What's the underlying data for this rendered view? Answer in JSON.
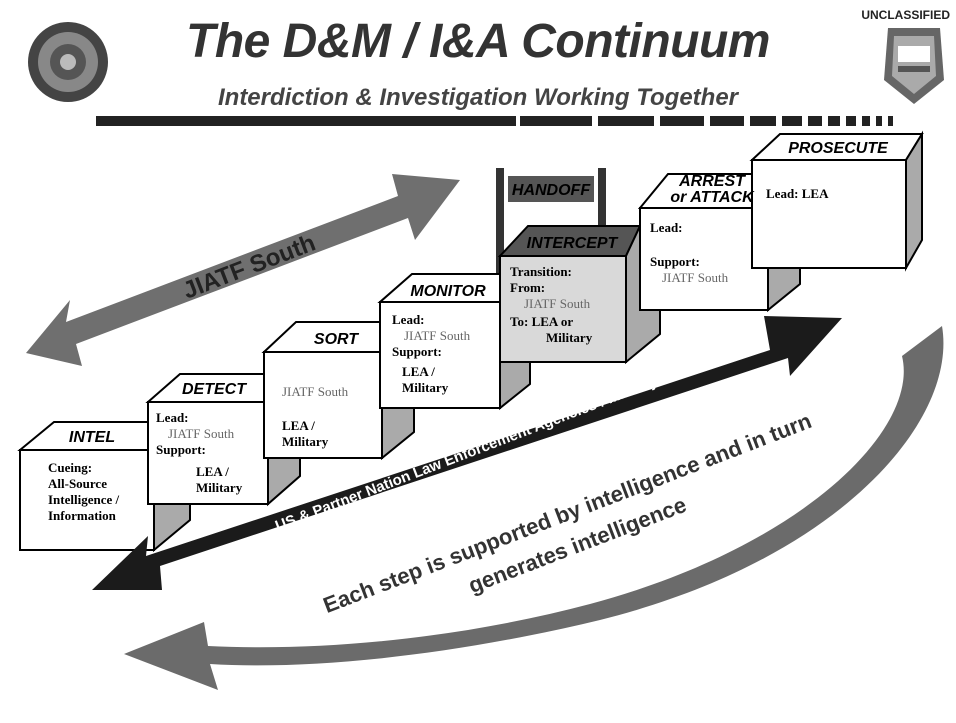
{
  "header": {
    "title": "The D&M / I&A Continuum",
    "subtitle": "Interdiction & Investigation Working Together",
    "classification": "UNCLASSIFIED"
  },
  "arrows": {
    "top": "JIATF South",
    "middle": "US & Partner Nation Law Enforcement Agencies / Military",
    "bottom_line1": "Each step is supported by intelligence and in turn",
    "bottom_line2": "generates intelligence"
  },
  "steps": {
    "intel": {
      "title": "INTEL",
      "l1": "Cueing:",
      "l2": "All-Source",
      "l3": "Intelligence /",
      "l4": "Information"
    },
    "detect": {
      "title": "DETECT",
      "l1": "Lead:",
      "l2": "JIATF South",
      "l3": "Support:",
      "l4": "LEA /",
      "l5": "Military"
    },
    "sort": {
      "title": "SORT",
      "l1": "JIATF South",
      "l2": "LEA /",
      "l3": "Military"
    },
    "monitor": {
      "title": "MONITOR",
      "l1": "Lead:",
      "l2": "JIATF South",
      "l3": "Support:",
      "l4": "LEA /",
      "l5": "Military"
    },
    "handoff": {
      "title": "HANDOFF"
    },
    "intercept": {
      "title": "INTERCEPT",
      "l1": "Transition:",
      "l2": "From:",
      "l3": "JIATF South",
      "l4": "To:",
      "l5": "LEA or",
      "l6": "Military"
    },
    "arrest": {
      "title1": "ARREST",
      "title2": "or ATTACK",
      "l1": "Lead:",
      "l2": "Support:",
      "l3": "JIATF South"
    },
    "prosecute": {
      "title": "PROSECUTE",
      "l1": "Lead: LEA"
    }
  }
}
